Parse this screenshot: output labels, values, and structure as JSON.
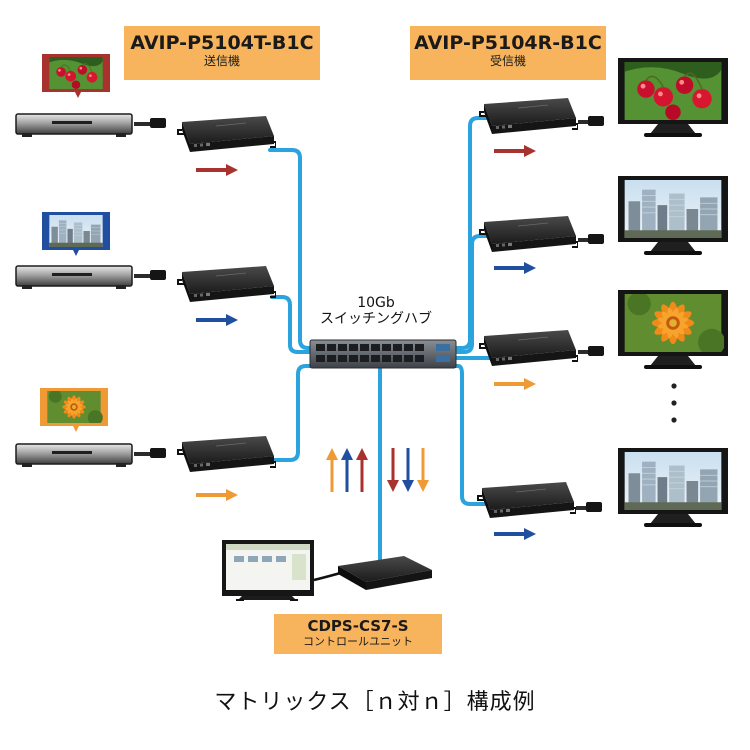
{
  "transmitter": {
    "model": "AVIP-P5104T-B1C",
    "role": "送信機"
  },
  "receiver": {
    "model": "AVIP-P5104R-B1C",
    "role": "受信機"
  },
  "switch": {
    "speed": "10Gb",
    "name": "スイッチングハブ"
  },
  "controller": {
    "model": "CDPS-CS7-S",
    "role": "コントロールユニット"
  },
  "caption": "マトリックス［ｎ対ｎ］構成例",
  "colors": {
    "cable": "#2aa3de",
    "red_signal": "#a8322d",
    "blue_signal": "#1f4f9e",
    "orange_signal": "#ef9a34",
    "label_bg": "#f7b45c",
    "device": "#2b2b2b"
  },
  "icons": {
    "cherry_image": "cherry-thumbnail-icon",
    "city_image": "city-thumbnail-icon",
    "flower_image": "flower-thumbnail-icon",
    "player": "media-player-icon",
    "monitor": "monitor-icon",
    "extender": "extender-unit-icon",
    "switch": "network-switch-icon"
  }
}
